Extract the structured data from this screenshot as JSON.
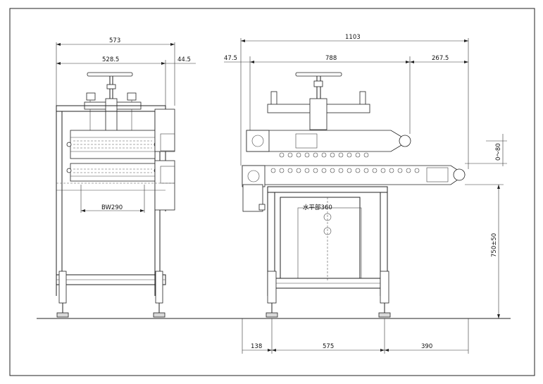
{
  "dimensions": {
    "front_total_width": "573",
    "front_inner_width": "528.5",
    "front_side_offset": "44.5",
    "belt_width": "BW290",
    "side_total_length": "1103",
    "side_left_offset": "47.5",
    "side_main_length": "788",
    "side_right_extension": "267.5",
    "height_adjust_range": "0～80",
    "table_height": "750±50",
    "bottom_left": "138",
    "bottom_center": "575",
    "bottom_right": "390",
    "horizontal_section_label": "水平部360"
  }
}
